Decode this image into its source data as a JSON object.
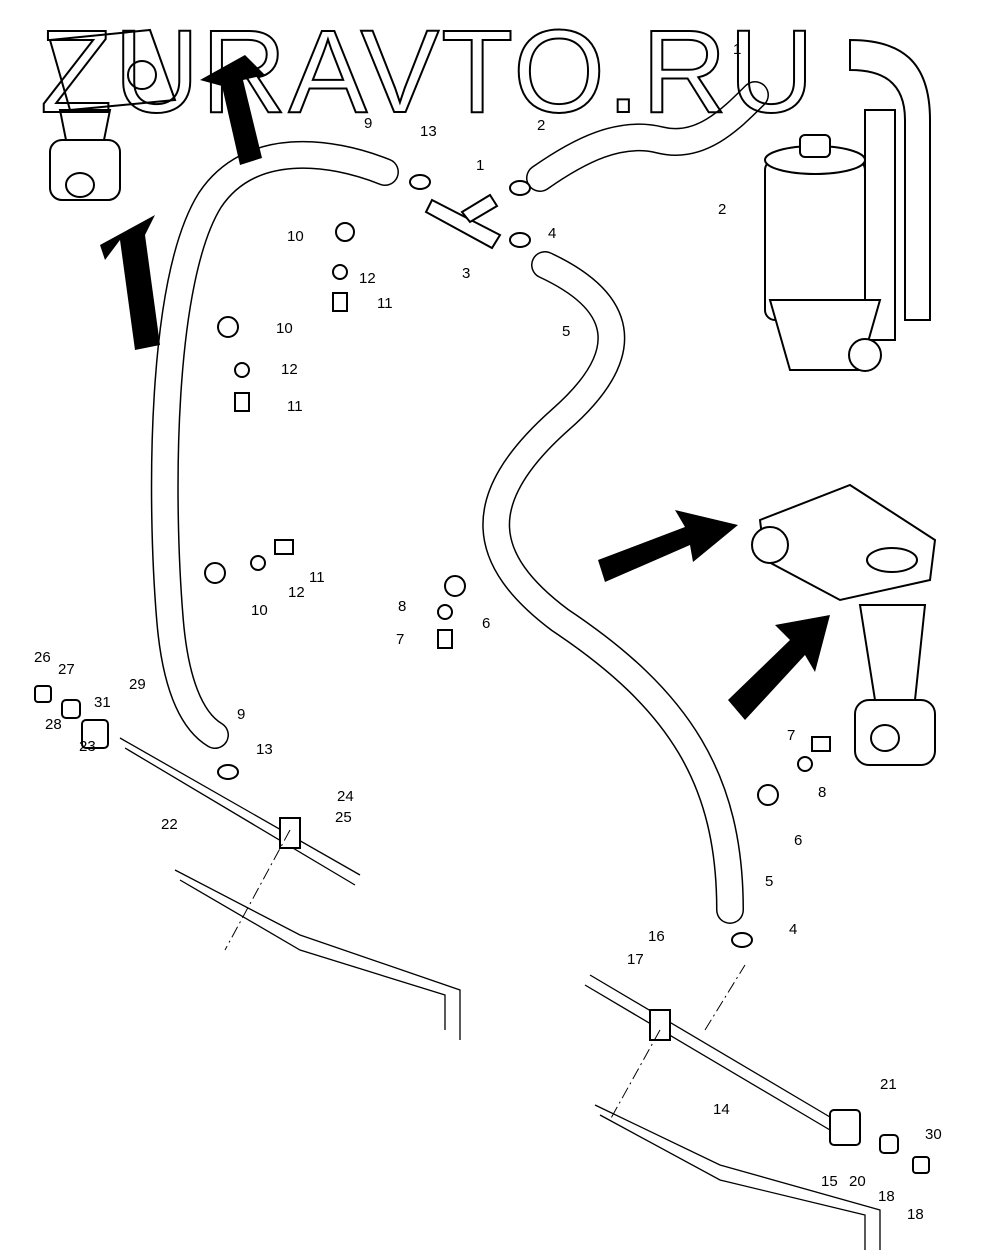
{
  "watermark": "ZURAVTO.RU",
  "callouts": [
    "1",
    "2",
    "2",
    "1",
    "13",
    "9",
    "10",
    "12",
    "11",
    "4",
    "3",
    "5",
    "10",
    "12",
    "11",
    "11",
    "12",
    "10",
    "8",
    "6",
    "7",
    "26",
    "27",
    "29",
    "31",
    "28",
    "23",
    "9",
    "13",
    "22",
    "24",
    "25",
    "7",
    "8",
    "6",
    "5",
    "4",
    "16",
    "17",
    "14",
    "21",
    "30",
    "15",
    "20",
    "18",
    "18"
  ],
  "icons": {
    "arrows": "black-direction-arrow",
    "watermark": "logo-watermark"
  }
}
